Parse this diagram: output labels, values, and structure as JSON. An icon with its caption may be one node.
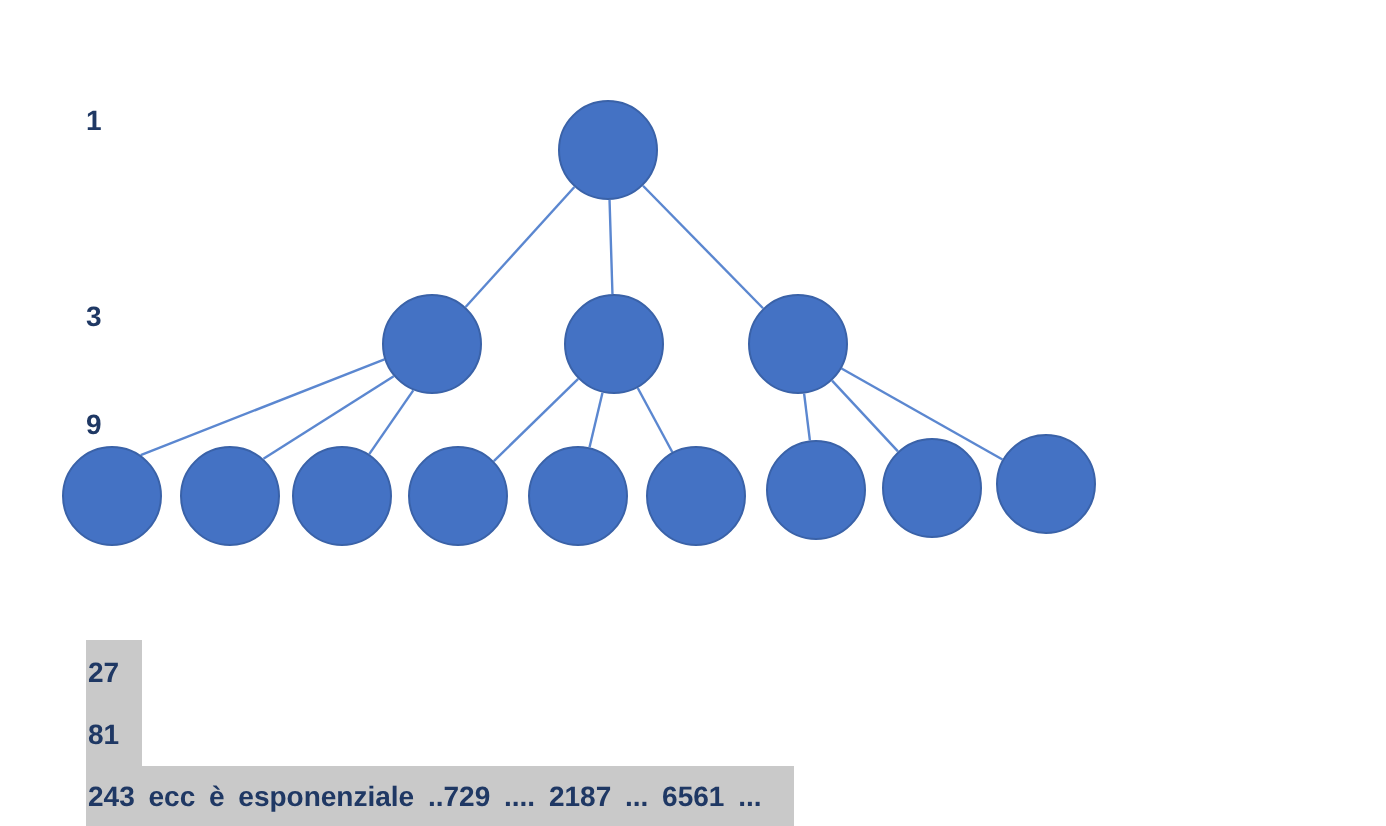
{
  "diagram": {
    "nodes": [
      {
        "text": [],
        "shape": "circle"
      },
      {
        "text": [],
        "shape": "circle"
      },
      {
        "text": [],
        "shape": "circle"
      },
      {
        "text": [],
        "shape": "circle"
      },
      {
        "text": [],
        "shape": "circle"
      },
      {
        "text": [],
        "shape": "circle"
      },
      {
        "text": [],
        "shape": "circle"
      },
      {
        "text": [],
        "shape": "circle"
      },
      {
        "text": [],
        "shape": "circle"
      },
      {
        "text": [],
        "shape": "circle"
      },
      {
        "text": [],
        "shape": "circle"
      },
      {
        "text": [],
        "shape": "circle"
      },
      {
        "text": [],
        "shape": "circle"
      }
    ],
    "edges": [
      {
        "from": 0,
        "to": 1,
        "arrow": "none"
      },
      {
        "from": 0,
        "to": 2,
        "arrow": "none"
      },
      {
        "from": 0,
        "to": 3,
        "arrow": "none"
      },
      {
        "from": 1,
        "to": 4,
        "arrow": "none"
      },
      {
        "from": 1,
        "to": 5,
        "arrow": "none"
      },
      {
        "from": 1,
        "to": 6,
        "arrow": "none"
      },
      {
        "from": 2,
        "to": 7,
        "arrow": "none"
      },
      {
        "from": 2,
        "to": 8,
        "arrow": "none"
      },
      {
        "from": 2,
        "to": 9,
        "arrow": "none"
      },
      {
        "from": 3,
        "to": 10,
        "arrow": "none"
      },
      {
        "from": 3,
        "to": 11,
        "arrow": "none"
      },
      {
        "from": 3,
        "to": 12,
        "arrow": "none"
      }
    ],
    "labels": [
      "1",
      "3",
      "9",
      "27",
      "81",
      "243 ecc è esponenziale ..729 .... 2187 ... 6561 ..."
    ]
  }
}
